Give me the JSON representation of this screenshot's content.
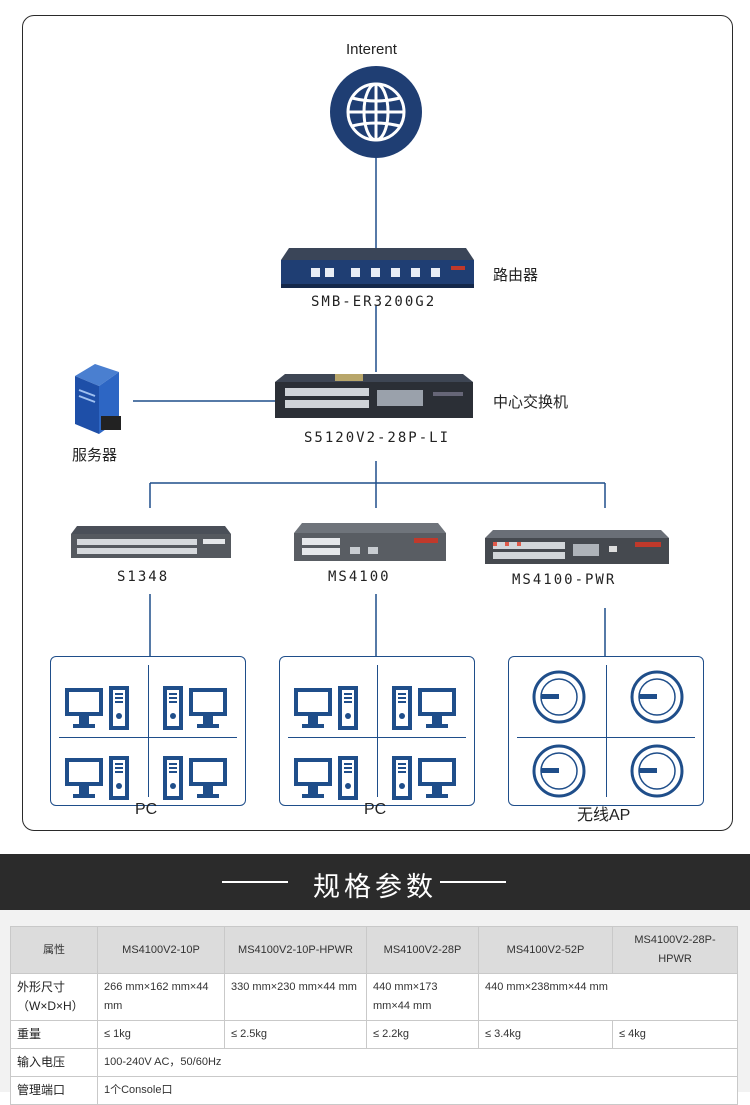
{
  "topology": {
    "internet_label": "Interent",
    "router": {
      "model": "SMB-ER3200G2",
      "role": "路由器"
    },
    "core_switch": {
      "model": "S5120V2-28P-LI",
      "role": "中心交换机"
    },
    "server_label": "服务器",
    "access_switches": [
      {
        "model": "S1348"
      },
      {
        "model": "MS4100"
      },
      {
        "model": "MS4100-PWR"
      }
    ],
    "panels": [
      {
        "label": "PC"
      },
      {
        "label": "PC"
      },
      {
        "label": "无线AP"
      }
    ]
  },
  "colors": {
    "accent": "#1f4e8a",
    "banner": "#2b2b2b"
  },
  "spec": {
    "title": "规格参数",
    "headers": [
      "属性",
      "MS4100V2-10P",
      "MS4100V2-10P-HPWR",
      "MS4100V2-28P",
      "MS4100V2-52P",
      "MS4100V2-28P-HPWR"
    ],
    "dimension": {
      "label": "外形尺寸（W×D×H）",
      "v1": "266 mm×162 mm×44 mm",
      "v2": "330  mm×230  mm×44 mm",
      "v3": "440 mm×173 mm×44 mm",
      "v45": "440 mm×238mm×44 mm"
    },
    "weight": {
      "label": "重量",
      "values": [
        "≤ 1kg",
        "≤ 2.5kg",
        "≤ 2.2kg",
        "≤ 3.4kg",
        "≤ 4kg"
      ]
    },
    "voltage": {
      "label": "输入电压",
      "value": "100-240V AC，50/60Hz"
    },
    "mgmt": {
      "label": "管理端口",
      "value": "1个Console口"
    }
  }
}
